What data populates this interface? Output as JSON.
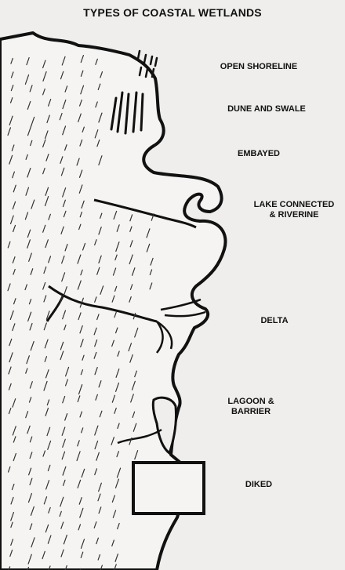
{
  "title": "TYPES OF COASTAL WETLANDS",
  "labels": {
    "open_shoreline": "OPEN SHORELINE",
    "dune_and_swale": "DUNE AND SWALE",
    "embayed": "EMBAYED",
    "lake_connected": "LAKE CONNECTED\n& RIVERINE",
    "delta": "DELTA",
    "lagoon_barrier": "LAGOON &\nBARRIER",
    "diked": "DIKED"
  },
  "colors": {
    "background": "#efeeec",
    "land": "#f5f4f2",
    "ink": "#111111"
  }
}
